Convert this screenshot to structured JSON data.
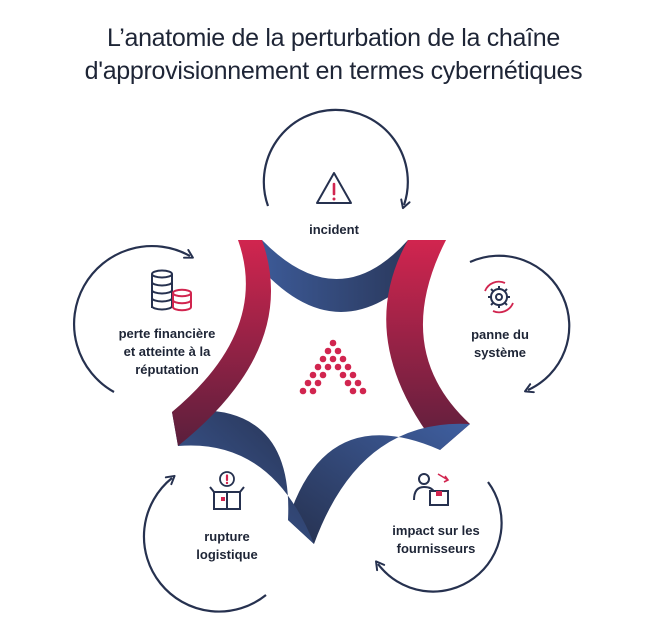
{
  "title": {
    "line1": "L’anatomie de la perturbation de la chaîne",
    "line2": "d'approvisionnement en termes cybernétiques"
  },
  "nodes": [
    {
      "id": "incident",
      "lines": [
        "incident"
      ],
      "icon": "warning-triangle-icon"
    },
    {
      "id": "panne",
      "lines": [
        "panne du",
        "système"
      ],
      "icon": "gear-sync-icon"
    },
    {
      "id": "impact",
      "lines": [
        "impact sur les",
        "fournisseurs"
      ],
      "icon": "person-box-icon"
    },
    {
      "id": "rupture",
      "lines": [
        "rupture",
        "logistique"
      ],
      "icon": "open-box-alert-icon"
    },
    {
      "id": "perte",
      "lines": [
        "perte financière",
        "et atteinte à la",
        "réputation"
      ],
      "icon": "coin-stack-icon"
    }
  ],
  "colors": {
    "navy": "#26314f",
    "blue": "#3f5fa0",
    "crimson": "#d1254f",
    "maroon": "#5a1f3c",
    "text": "#1e2536"
  },
  "center_logo": "triangle-dots-logo"
}
